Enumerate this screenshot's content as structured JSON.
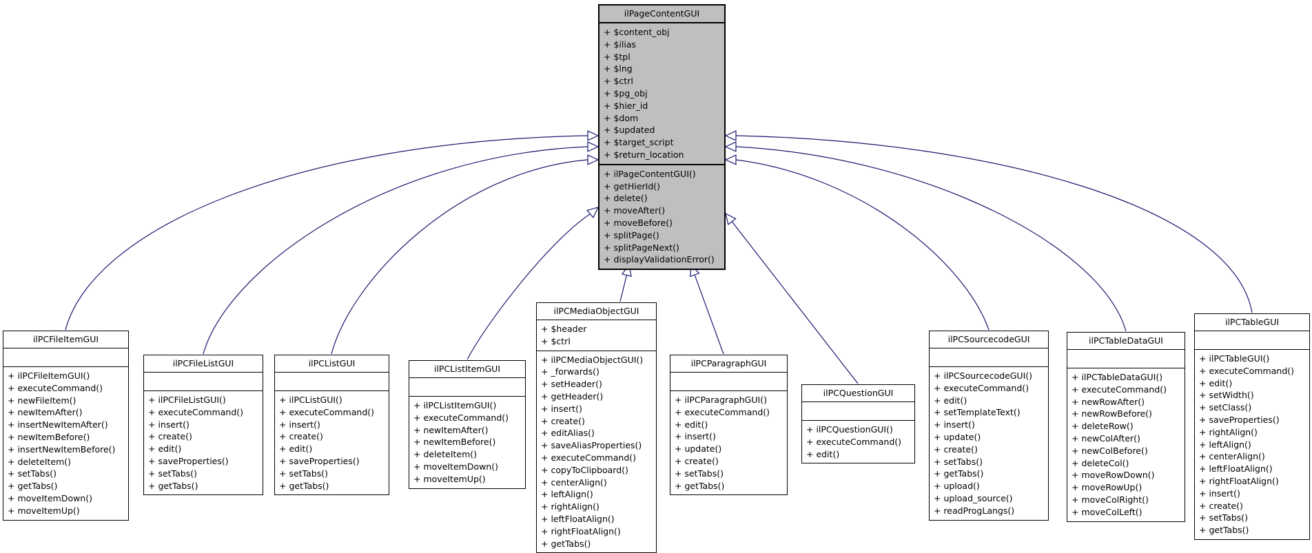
{
  "diagram": {
    "type": "uml-class-inheritance",
    "base_class": "ilPageContentGUI",
    "colors": {
      "background": "#ffffff",
      "base_box_fill": "#bfbfbf",
      "derived_box_fill": "#ffffff",
      "border": "#000000",
      "arrow": "#191970",
      "text": "#000000"
    }
  },
  "classes": [
    {
      "id": "pagecontent",
      "name": "ilPageContentGUI",
      "role": "base",
      "attributes": [
        "+ $content_obj",
        "+ $ilias",
        "+ $tpl",
        "+ $lng",
        "+ $ctrl",
        "+ $pg_obj",
        "+ $hier_id",
        "+ $dom",
        "+ $updated",
        "+ $target_script",
        "+ $return_location"
      ],
      "methods": [
        "+ ilPageContentGUI()",
        "+ getHierId()",
        "+ delete()",
        "+ moveAfter()",
        "+ moveBefore()",
        "+ splitPage()",
        "+ splitPageNext()",
        "+ displayValidationError()"
      ]
    },
    {
      "id": "fileitem",
      "name": "ilPCFileItemGUI",
      "role": "derived",
      "attributes": [],
      "methods": [
        "+ ilPCFileItemGUI()",
        "+ executeCommand()",
        "+ newFileItem()",
        "+ newItemAfter()",
        "+ insertNewItemAfter()",
        "+ newItemBefore()",
        "+ insertNewItemBefore()",
        "+ deleteItem()",
        "+ setTabs()",
        "+ getTabs()",
        "+ moveItemDown()",
        "+ moveItemUp()"
      ]
    },
    {
      "id": "filelist",
      "name": "ilPCFileListGUI",
      "role": "derived",
      "attributes": [],
      "methods": [
        "+ ilPCFileListGUI()",
        "+ executeCommand()",
        "+ insert()",
        "+ create()",
        "+ edit()",
        "+ saveProperties()",
        "+ setTabs()",
        "+ getTabs()"
      ]
    },
    {
      "id": "list",
      "name": "ilPCListGUI",
      "role": "derived",
      "attributes": [],
      "methods": [
        "+ ilPCListGUI()",
        "+ executeCommand()",
        "+ insert()",
        "+ create()",
        "+ edit()",
        "+ saveProperties()",
        "+ setTabs()",
        "+ getTabs()"
      ]
    },
    {
      "id": "listitem",
      "name": "ilPCListItemGUI",
      "role": "derived",
      "attributes": [],
      "methods": [
        "+ ilPCListItemGUI()",
        "+ executeCommand()",
        "+ newItemAfter()",
        "+ newItemBefore()",
        "+ deleteItem()",
        "+ moveItemDown()",
        "+ moveItemUp()"
      ]
    },
    {
      "id": "mediaobject",
      "name": "ilPCMediaObjectGUI",
      "role": "derived",
      "attributes": [
        "+ $header",
        "+ $ctrl"
      ],
      "methods": [
        "+ ilPCMediaObjectGUI()",
        "+ _forwards()",
        "+ setHeader()",
        "+ getHeader()",
        "+ insert()",
        "+ create()",
        "+ editAlias()",
        "+ saveAliasProperties()",
        "+ executeCommand()",
        "+ copyToClipboard()",
        "+ centerAlign()",
        "+ leftAlign()",
        "+ rightAlign()",
        "+ leftFloatAlign()",
        "+ rightFloatAlign()",
        "+ getTabs()"
      ]
    },
    {
      "id": "paragraph",
      "name": "ilPCParagraphGUI",
      "role": "derived",
      "attributes": [],
      "methods": [
        "+ ilPCParagraphGUI()",
        "+ executeCommand()",
        "+ edit()",
        "+ insert()",
        "+ update()",
        "+ create()",
        "+ setTabs()",
        "+ getTabs()"
      ]
    },
    {
      "id": "question",
      "name": "ilPCQuestionGUI",
      "role": "derived",
      "attributes": [],
      "methods": [
        "+ ilPCQuestionGUI()",
        "+ executeCommand()",
        "+ edit()"
      ]
    },
    {
      "id": "sourcecode",
      "name": "ilPCSourcecodeGUI",
      "role": "derived",
      "attributes": [],
      "methods": [
        "+ ilPCSourcecodeGUI()",
        "+ executeCommand()",
        "+ edit()",
        "+ setTemplateText()",
        "+ insert()",
        "+ update()",
        "+ create()",
        "+ setTabs()",
        "+ getTabs()",
        "+ upload()",
        "+ upload_source()",
        "+ readProgLangs()"
      ]
    },
    {
      "id": "tabledata",
      "name": "ilPCTableDataGUI",
      "role": "derived",
      "attributes": [],
      "methods": [
        "+ ilPCTableDataGUI()",
        "+ executeCommand()",
        "+ newRowAfter()",
        "+ newRowBefore()",
        "+ deleteRow()",
        "+ newColAfter()",
        "+ newColBefore()",
        "+ deleteCol()",
        "+ moveRowDown()",
        "+ moveRowUp()",
        "+ moveColRight()",
        "+ moveColLeft()"
      ]
    },
    {
      "id": "table",
      "name": "ilPCTableGUI",
      "role": "derived",
      "attributes": [],
      "methods": [
        "+ ilPCTableGUI()",
        "+ executeCommand()",
        "+ edit()",
        "+ setWidth()",
        "+ setClass()",
        "+ saveProperties()",
        "+ rightAlign()",
        "+ leftAlign()",
        "+ centerAlign()",
        "+ leftFloatAlign()",
        "+ rightFloatAlign()",
        "+ insert()",
        "+ create()",
        "+ setTabs()",
        "+ getTabs()"
      ]
    }
  ],
  "relationships": [
    {
      "derived_id": "fileitem",
      "derived": "ilPCFileItemGUI",
      "base_id": "pagecontent",
      "base": "ilPageContentGUI",
      "type": "inheritance"
    },
    {
      "derived_id": "filelist",
      "derived": "ilPCFileListGUI",
      "base_id": "pagecontent",
      "base": "ilPageContentGUI",
      "type": "inheritance"
    },
    {
      "derived_id": "list",
      "derived": "ilPCListGUI",
      "base_id": "pagecontent",
      "base": "ilPageContentGUI",
      "type": "inheritance"
    },
    {
      "derived_id": "listitem",
      "derived": "ilPCListItemGUI",
      "base_id": "pagecontent",
      "base": "ilPageContentGUI",
      "type": "inheritance"
    },
    {
      "derived_id": "mediaobject",
      "derived": "ilPCMediaObjectGUI",
      "base_id": "pagecontent",
      "base": "ilPageContentGUI",
      "type": "inheritance"
    },
    {
      "derived_id": "paragraph",
      "derived": "ilPCParagraphGUI",
      "base_id": "pagecontent",
      "base": "ilPageContentGUI",
      "type": "inheritance"
    },
    {
      "derived_id": "question",
      "derived": "ilPCQuestionGUI",
      "base_id": "pagecontent",
      "base": "ilPageContentGUI",
      "type": "inheritance"
    },
    {
      "derived_id": "sourcecode",
      "derived": "ilPCSourcecodeGUI",
      "base_id": "pagecontent",
      "base": "ilPageContentGUI",
      "type": "inheritance"
    },
    {
      "derived_id": "tabledata",
      "derived": "ilPCTableDataGUI",
      "base_id": "pagecontent",
      "base": "ilPageContentGUI",
      "type": "inheritance"
    },
    {
      "derived_id": "table",
      "derived": "ilPCTableGUI",
      "base_id": "pagecontent",
      "base": "ilPageContentGUI",
      "type": "inheritance"
    }
  ]
}
